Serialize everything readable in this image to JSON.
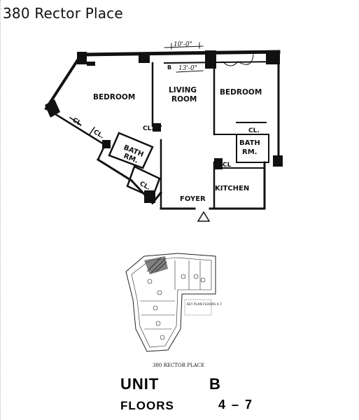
{
  "header": {
    "address": "380 Rector Place"
  },
  "floorplan": {
    "rooms": {
      "bedroom_left": "BEDROOM",
      "living_room_1": "LIVING",
      "living_room_2": "ROOM",
      "bedroom_right": "BEDROOM",
      "bath_left_1": "BATH",
      "bath_left_2": "RM.",
      "bath_right_1": "BATH",
      "bath_right_2": "RM.",
      "kitchen": "KITCHEN",
      "foyer": "FOYER",
      "closet_a": "CL.",
      "closet_b": "CL.",
      "closet_c": "CL.",
      "closet_d": "CL",
      "closet_e": "CL.",
      "closet_f": "CL."
    },
    "dimensions": {
      "top": "10'-0\"",
      "living": "13'-0\""
    },
    "misc": {
      "b_mark": "B"
    }
  },
  "keyplan": {
    "caption": "380 RECTOR PLACE",
    "note": "KEY PLAN FLOORS 4-7"
  },
  "unit": {
    "label": "UNIT",
    "value": "B"
  },
  "floors": {
    "label": "FLOORS",
    "value": "4 – 7"
  }
}
